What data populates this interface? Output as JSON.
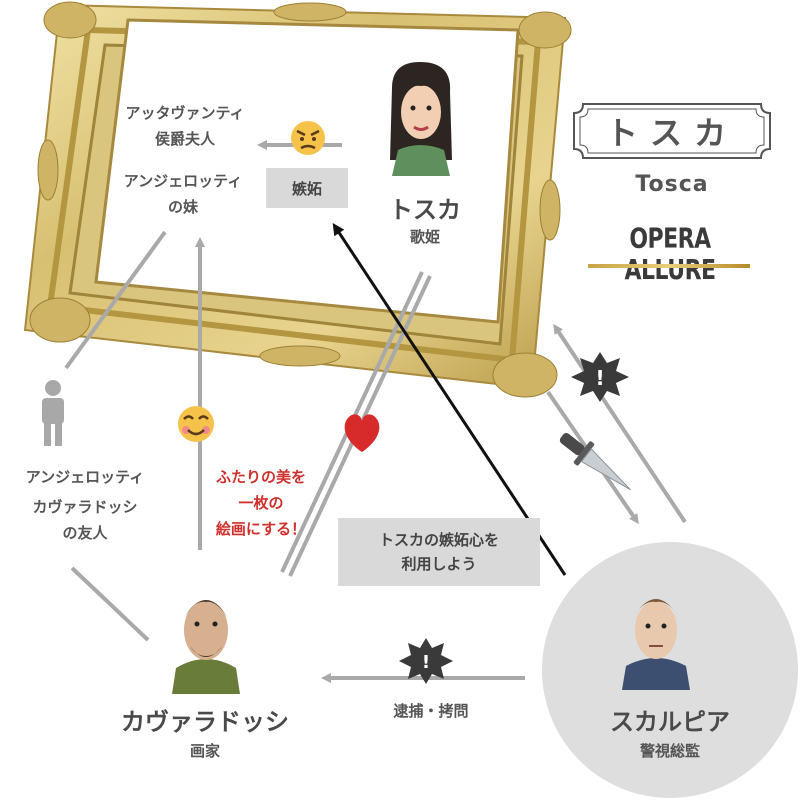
{
  "title": "トスカ",
  "subtitle": "Tosca",
  "brand": "OPERA ALLURE",
  "characters": {
    "tosca": {
      "name": "トスカ",
      "role": "歌姫"
    },
    "cavaradossi": {
      "name": "カヴァラドッシ",
      "role": "画家"
    },
    "scarpia": {
      "name": "スカルピア",
      "role": "警視総監"
    },
    "attavanti": {
      "line1": "アッタヴァンティ",
      "line2": "侯爵夫人",
      "line3": "アンジェロッティ",
      "line4": "の妹"
    },
    "angelotti": {
      "line1": "アンジェロッティ",
      "line2": "カヴァラドッシ",
      "line3": "の友人"
    }
  },
  "relations": {
    "jealousy": "嫉妬",
    "scheme_line1": "トスカの嫉妬心を",
    "scheme_line2": "利用しよう",
    "arrest": "逮捕・拷問",
    "painting_line1": "ふたりの美を",
    "painting_line2": "一枚の",
    "painting_line3": "絵画にする！"
  },
  "colors": {
    "frame_gold": "#d8c072",
    "arrow_gray": "#a9a9a9",
    "arrow_black": "#111111",
    "heart_red": "#d72b2b",
    "accent_red": "#d0302c",
    "box_gray": "#d9d9d9"
  },
  "icons": [
    "angry-face-icon",
    "smiling-face-icon",
    "heart-icon",
    "burst-icon",
    "dagger-icon",
    "person-silhouette-icon"
  ]
}
